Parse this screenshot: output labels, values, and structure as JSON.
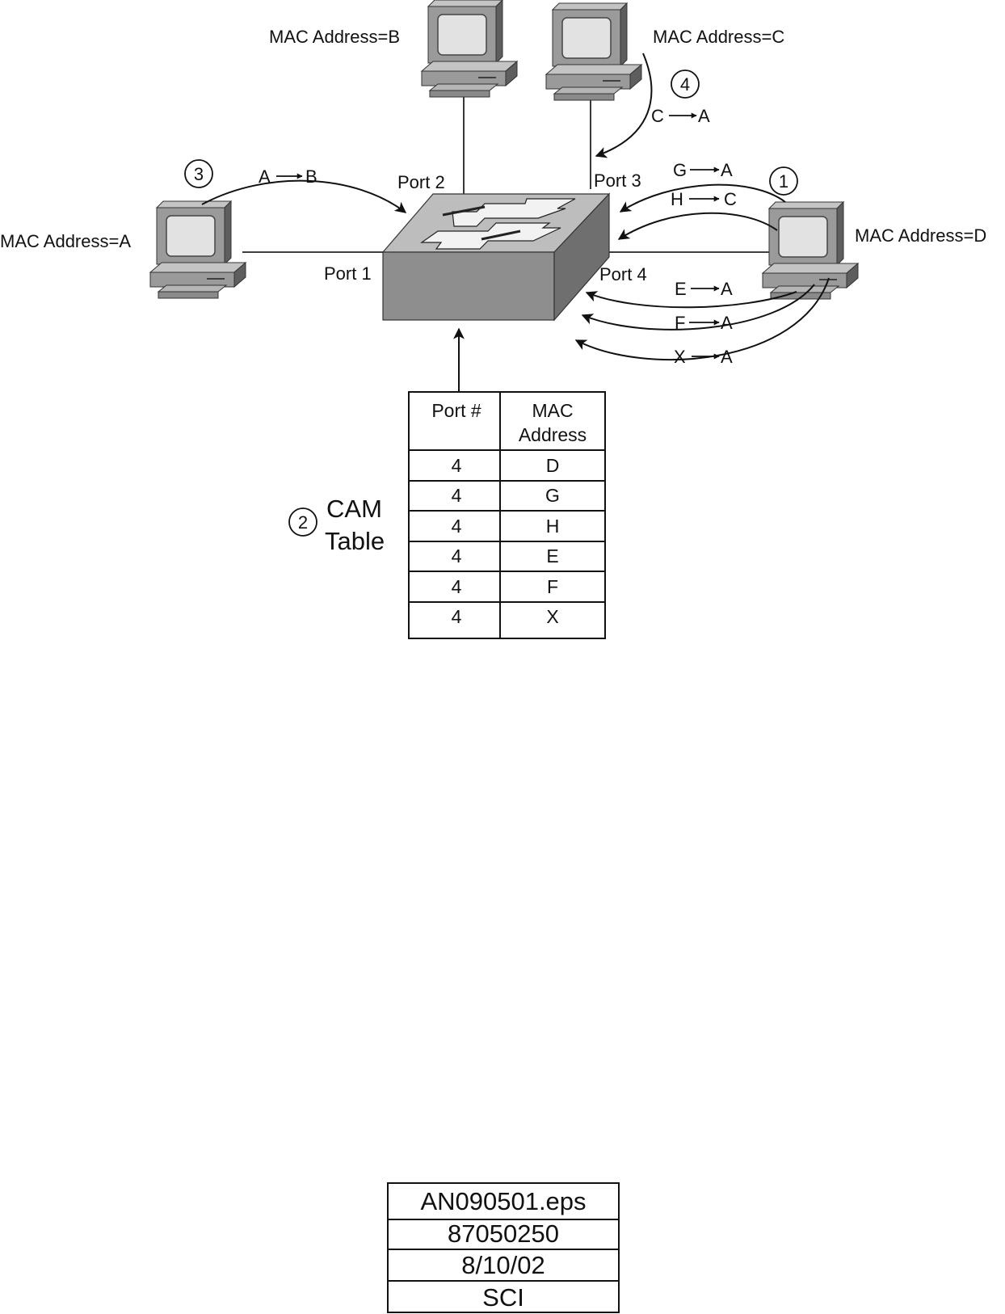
{
  "hosts": {
    "a": {
      "label": "MAC Address=A"
    },
    "b": {
      "label": "MAC Address=B"
    },
    "c": {
      "label": "MAC Address=C"
    },
    "d": {
      "label": "MAC Address=D"
    }
  },
  "ports": {
    "p1": "Port 1",
    "p2": "Port 2",
    "p3": "Port 3",
    "p4": "Port 4"
  },
  "steps": {
    "s1": "1",
    "s2": "2",
    "s3": "3",
    "s4": "4"
  },
  "flows": {
    "a_to_b": {
      "src": "A",
      "dst": "B"
    },
    "c_to_a": {
      "src": "C",
      "dst": "A"
    },
    "g_to_a": {
      "src": "G",
      "dst": "A"
    },
    "h_to_c": {
      "src": "H",
      "dst": "C"
    },
    "e_to_a": {
      "src": "E",
      "dst": "A"
    },
    "f_to_a": {
      "src": "F",
      "dst": "A"
    },
    "x_to_a": {
      "src": "X",
      "dst": "A"
    }
  },
  "cam": {
    "title_line1": "CAM",
    "title_line2": "Table",
    "header": {
      "port": "Port #",
      "mac_line1": "MAC",
      "mac_line2": "Address"
    },
    "rows": [
      {
        "port": "4",
        "mac": "D"
      },
      {
        "port": "4",
        "mac": "G"
      },
      {
        "port": "4",
        "mac": "H"
      },
      {
        "port": "4",
        "mac": "E"
      },
      {
        "port": "4",
        "mac": "F"
      },
      {
        "port": "4",
        "mac": "X"
      }
    ]
  },
  "meta_box": {
    "rows": [
      "AN090501.eps",
      "87050250",
      "8/10/02",
      "SCI"
    ]
  },
  "colors": {
    "switch_top": "#bdbdbd",
    "switch_front": "#8e8e8e",
    "switch_side": "#6f6f6f",
    "pc_body": "#9a9a9a",
    "pc_screen": "#e2e2e2"
  }
}
